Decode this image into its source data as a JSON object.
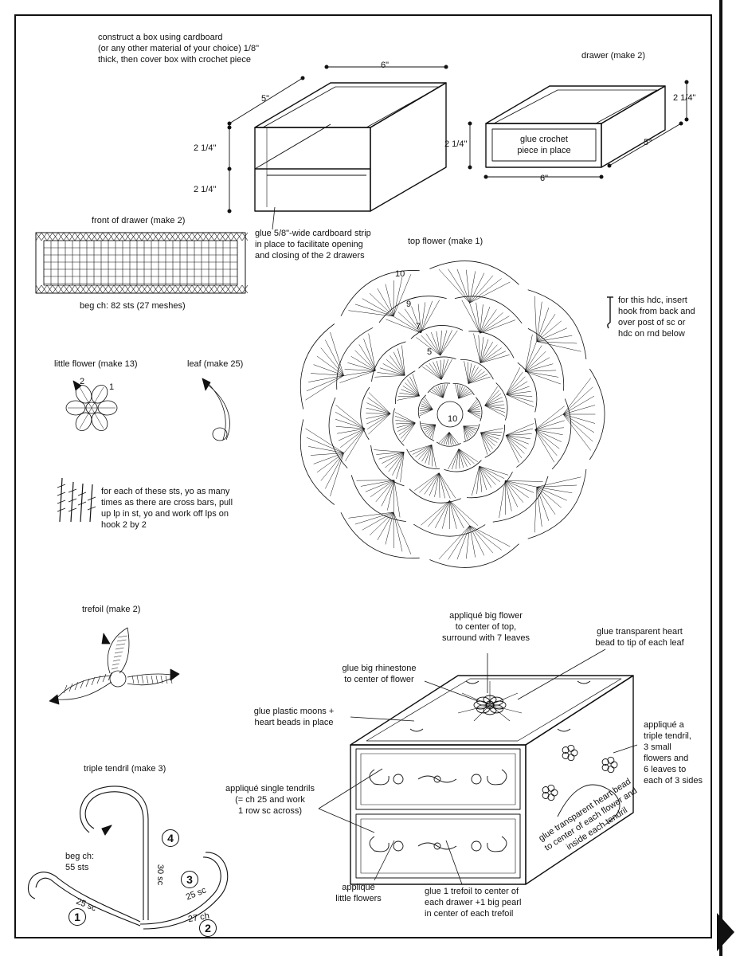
{
  "notes": {
    "construct_box": "construct a box using cardboard\n(or any other material of your choice) 1/8\"\nthick, then cover box with crochet piece",
    "drawer_title": "drawer (make 2)",
    "glue_crochet": "glue crochet\npiece in place",
    "glue_strip": "glue 5/8\"-wide cardboard strip\nin place to facilitate opening\nand closing of the 2 drawers",
    "front_drawer": "front of drawer (make 2)",
    "beg_ch_82": "beg ch:  82 sts (27 meshes)",
    "top_flower": "top flower (make 1)",
    "hdc_note": "for this hdc, insert\nhook from back and\nover post of sc or\nhdc on rnd below",
    "little_flower": "little flower (make 13)",
    "leaf": "leaf (make 25)",
    "cross_bar_note": "for each of these sts, yo as many\ntimes as there are cross bars, pull\nup lp in st, yo and work off lps on\nhook 2 by 2",
    "trefoil": "trefoil (make 2)",
    "triple_tendril": "triple tendril (make 3)",
    "beg_ch_55": "beg ch:\n55 sts",
    "applique_big_flower": "appliqué big flower\nto center of top,\nsurround with 7 leaves",
    "glue_heart_bead": "glue transparent heart\nbead to tip of each leaf",
    "glue_rhinestone": "glue big rhinestone\nto center of flower",
    "glue_moons": "glue plastic moons +\nheart beads in place",
    "applique_triple": "appliqué a\ntriple tendril,\n3 small\nflowers and\n6 leaves to\neach of 3 sides",
    "applique_single": "appliqué single tendrils\n(= ch 25 and work\n1 row sc across)",
    "applique_little": "appliqué\nlittle flowers",
    "glue_trefoil": "glue 1 trefoil to center of\neach drawer +1 big pearl\nin center of each trefoil",
    "glue_heart_rot": "glue transparent heart bead\nto center of each flower and\ninside each tendril"
  },
  "dimensions": {
    "six": "6\"",
    "five": "5\"",
    "two_quarter": "2 1/4\""
  },
  "flower_rounds": {
    "r10": "10",
    "r9": "9",
    "r7": "7",
    "r5": "5",
    "center": "10"
  },
  "little_flower_labels": {
    "two": "2",
    "one": "1"
  },
  "tendril": {
    "sc25": "25 sc",
    "sc30": "30 sc",
    "ch27": "27 ch",
    "sc25b": "25 sc",
    "n1": "1",
    "n2": "2",
    "n3": "3",
    "n4": "4"
  },
  "icons": {
    "page_arrow": "page-turn-arrow-icon",
    "hdc_marker": "hook-marker-icon"
  }
}
